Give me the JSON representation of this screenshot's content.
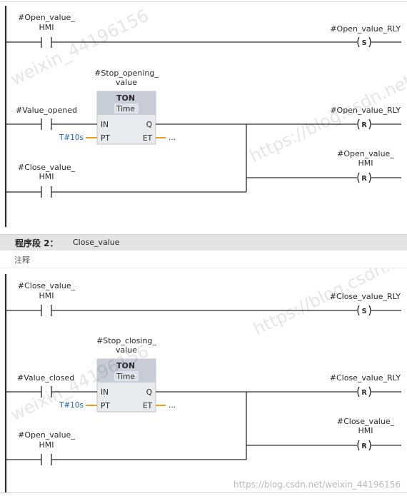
{
  "network1": {
    "rung1": {
      "contact_label_line1": "#Open_value_",
      "contact_label_line2": "HMI",
      "coil_label": "#Open_value_RLY",
      "coil_type": "S"
    },
    "rung2": {
      "timer_instance_line1": "#Stop_opening_",
      "timer_instance_line2": "value",
      "timer_type": "TON",
      "timer_subtype": "Time",
      "in_pin": "IN",
      "pt_pin": "PT",
      "q_pin": "Q",
      "et_pin": "ET",
      "pt_value": "T#10s",
      "et_value": "...",
      "contact_label": "#Value_opened",
      "coil1_label": "#Open_value_RLY",
      "coil1_type": "R",
      "coil2_label_line1": "#Open_value_",
      "coil2_label_line2": "HMI",
      "coil2_type": "R",
      "branch_contact_line1": "#Close_value_",
      "branch_contact_line2": "HMI"
    }
  },
  "network2": {
    "header_title": "程序段 2：",
    "header_name": "Close_value",
    "comment": "注释",
    "rung1": {
      "contact_label_line1": "#Close_value_",
      "contact_label_line2": "HMI",
      "coil_label": "#Close_value_RLY",
      "coil_type": "S"
    },
    "rung2": {
      "timer_instance_line1": "#Stop_closing_",
      "timer_instance_line2": "value",
      "timer_type": "TON",
      "timer_subtype": "Time",
      "in_pin": "IN",
      "pt_pin": "PT",
      "q_pin": "Q",
      "et_pin": "ET",
      "pt_value": "T#10s",
      "et_value": "...",
      "contact_label": "#Value_closed",
      "coil1_label": "#Close_value_RLY",
      "coil1_type": "R",
      "coil2_label_line1": "#Close_value_",
      "coil2_label_line2": "HMI",
      "coil2_type": "R",
      "branch_contact_line1": "#Open_value_",
      "branch_contact_line2": "HMI"
    }
  },
  "watermarks": {
    "diagonal_1": "https://blog.csdn.net",
    "diagonal_2": "weixin_44196156",
    "bottom": "https://blog.csdn.net/weixin_44196156"
  }
}
